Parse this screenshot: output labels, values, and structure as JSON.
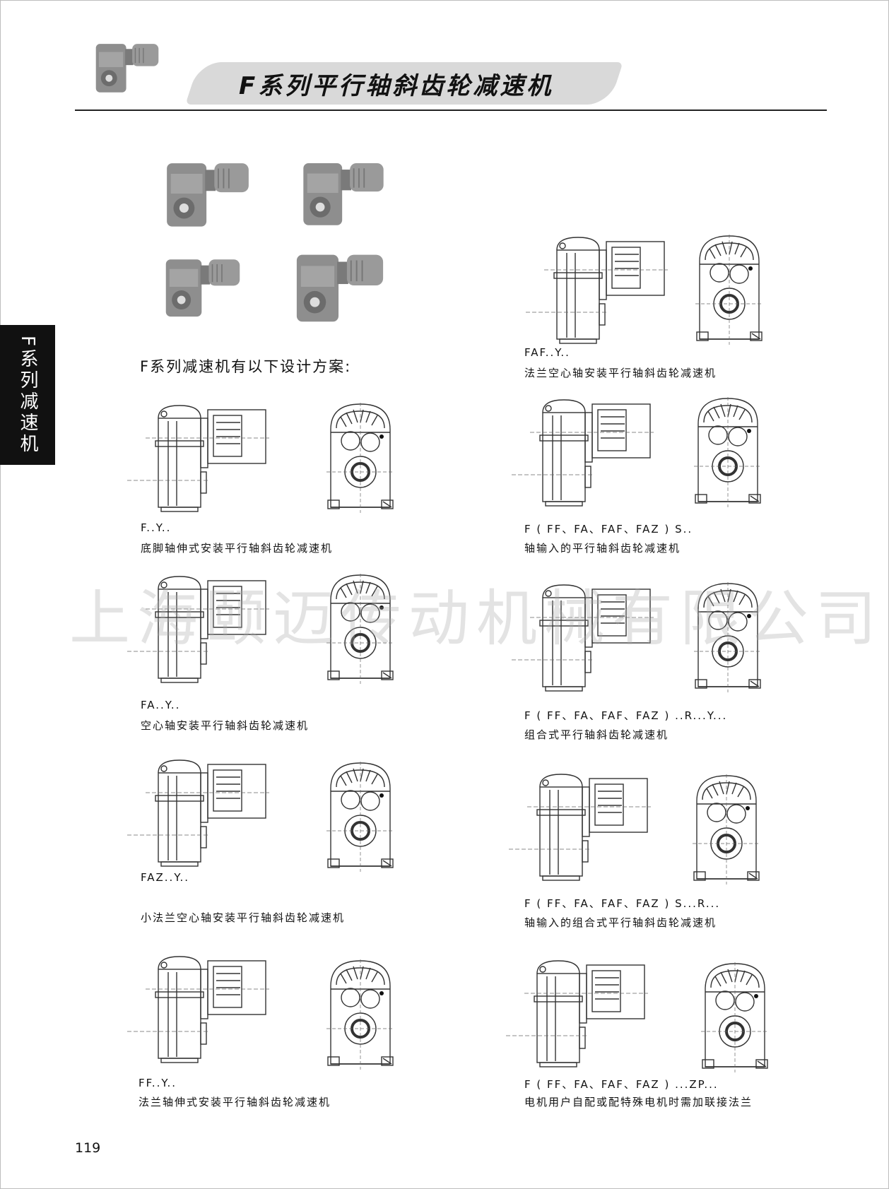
{
  "header": {
    "title": "F系列平行轴斜齿轮减速机"
  },
  "side_tab": {
    "label": "F系列减速机"
  },
  "intro": {
    "text": "F系列减速机有以下设计方案:"
  },
  "watermark": {
    "text": "上海颐迈传动机械有限公司"
  },
  "page": {
    "number": "119"
  },
  "designs": [
    {
      "code": "F..Y..",
      "desc": "底脚轴伸式安装平行轴斜齿轮减速机"
    },
    {
      "code": "FA..Y..",
      "desc": "空心轴安装平行轴斜齿轮减速机"
    },
    {
      "code": "FAZ..Y..",
      "desc": "小法兰空心轴安装平行轴斜齿轮减速机"
    },
    {
      "code": "FF..Y..",
      "desc": "法兰轴伸式安装平行轴斜齿轮减速机"
    },
    {
      "code": "FAF..Y..",
      "desc": "法兰空心轴安装平行轴斜齿轮减速机"
    },
    {
      "code": "F ( FF、FA、FAF、FAZ ) S..",
      "desc": "轴输入的平行轴斜齿轮减速机"
    },
    {
      "code": "F ( FF、FA、FAF、FAZ ) ..R...Y...",
      "desc": "组合式平行轴斜齿轮减速机"
    },
    {
      "code": "F ( FF、FA、FAF、FAZ ) S...R...",
      "desc": "轴输入的组合式平行轴斜齿轮减速机"
    },
    {
      "code": "F ( FF、FA、FAF、FAZ ) ...ZP...",
      "desc": "电机用户自配或配特殊电机时需加联接法兰"
    }
  ]
}
